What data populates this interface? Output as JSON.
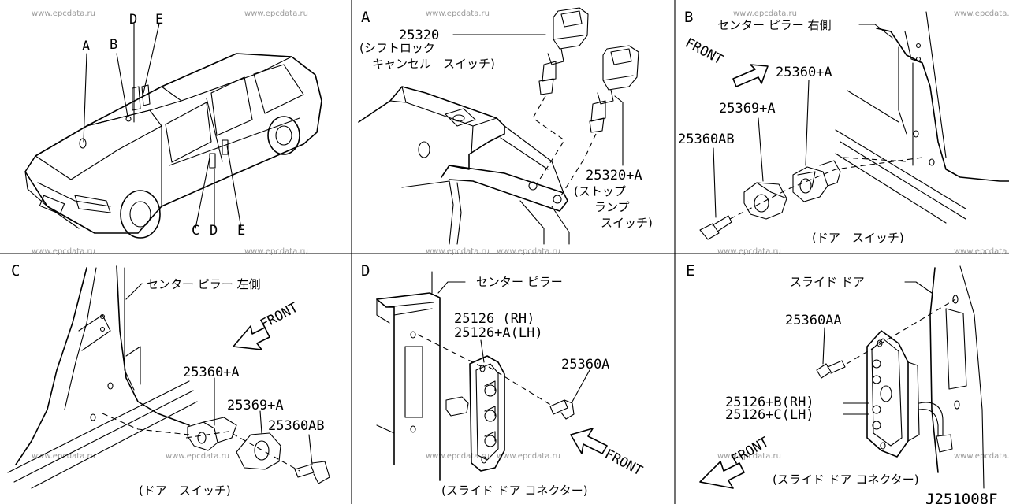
{
  "watermark": "www.epcdata.ru",
  "diagram_id": "J251008F",
  "overview": {
    "callouts": [
      "A",
      "B",
      "D",
      "E",
      "C",
      "D",
      "E"
    ]
  },
  "panel_a": {
    "letter": "A",
    "part1": "25320",
    "part1_name_1": "(シフトロック",
    "part1_name_2": "キャンセル　スイッチ)",
    "part2": "25320+A",
    "part2_name_1": "(ストップ",
    "part2_name_2": "ランプ",
    "part2_name_3": "スイッチ)"
  },
  "panel_b": {
    "letter": "B",
    "pillar": "センター ピラー 右側",
    "front": "FRONT",
    "p1": "25360+A",
    "p2": "25369+A",
    "p3": "25360AB",
    "caption": "(ドア　スイッチ)"
  },
  "panel_c": {
    "letter": "C",
    "pillar": "センター ピラー 左側",
    "front": "FRONT",
    "p1": "25360+A",
    "p2": "25369+A",
    "p3": "25360AB",
    "caption": "(ドア　スイッチ)"
  },
  "panel_d": {
    "letter": "D",
    "pillar": "センター ピラー",
    "p1": "25126  (RH)",
    "p2": "25126+A(LH)",
    "p3": "25360A",
    "front": "FRONT",
    "caption": "(スライド ドア コネクター)"
  },
  "panel_e": {
    "letter": "E",
    "door": "スライド ドア",
    "p1": "25360AA",
    "p2": "25126+B(RH)",
    "p3": "25126+C(LH)",
    "front": "FRONT",
    "caption": "(スライド ドア コネクター)"
  }
}
